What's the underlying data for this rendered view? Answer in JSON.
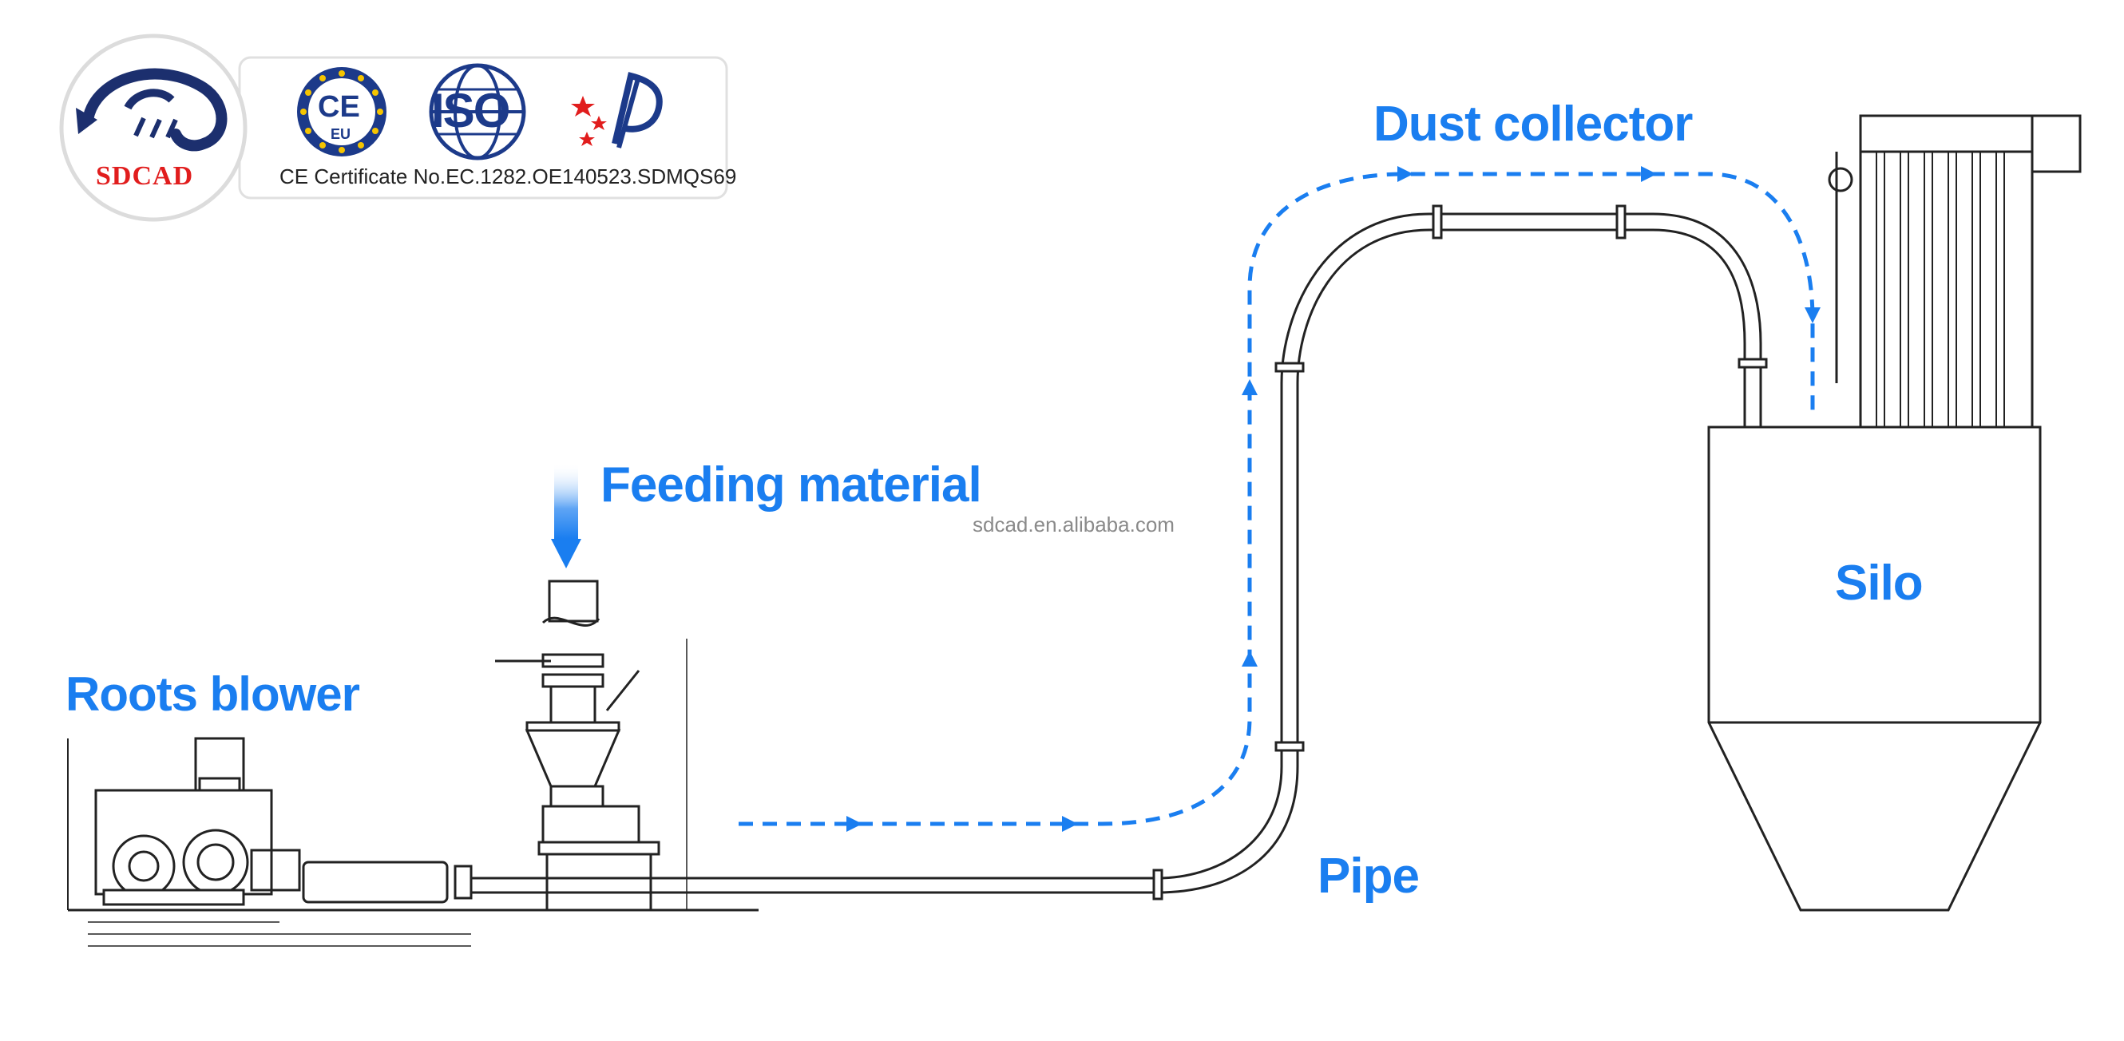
{
  "header": {
    "brand_name": "SDCAD",
    "certificate_text": "CE Certificate No.EC.1282.OE140523.SDMQS69",
    "badges": [
      {
        "icon": "ce-eu-icon",
        "text": "CE",
        "subtext": "EU"
      },
      {
        "icon": "iso-globe-icon",
        "text": "ISO"
      },
      {
        "icon": "star-flag-icon"
      }
    ]
  },
  "labels": {
    "roots_blower": "Roots blower",
    "feeding_material": "Feeding material",
    "dust_collector": "Dust collector",
    "pipe": "Pipe",
    "silo": "Silo"
  },
  "watermark": "sdcad.en.alibaba.com",
  "colors": {
    "accent": "#1a7ef0",
    "line": "#222222",
    "brand_red": "#e11d1d",
    "iso_blue": "#1c3a8a"
  }
}
